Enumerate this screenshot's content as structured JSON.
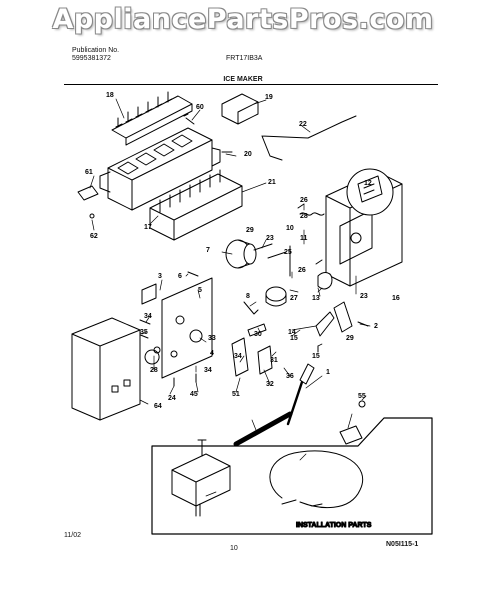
{
  "watermark": "AppliancePartsPros.com",
  "header": {
    "pub_label": "Publication No.",
    "pub_number": "5995381372",
    "model": "FRT17IB3A",
    "section": "ICE MAKER"
  },
  "footer": {
    "date": "11/02",
    "page": "10",
    "code": "N05I115-1"
  },
  "installation_label": "INSTALLATION PARTS",
  "callouts": [
    "18",
    "60",
    "19",
    "22",
    "20",
    "21",
    "61",
    "17",
    "62",
    "12",
    "26",
    "28",
    "10",
    "11",
    "29",
    "23",
    "7",
    "25",
    "26",
    "3",
    "6",
    "5",
    "27",
    "13",
    "23",
    "16",
    "8",
    "14",
    "2",
    "34",
    "35",
    "30",
    "15",
    "33",
    "29",
    "4",
    "34",
    "31",
    "15",
    "28",
    "34",
    "32",
    "36",
    "24",
    "45",
    "51",
    "64",
    "1",
    "55"
  ]
}
